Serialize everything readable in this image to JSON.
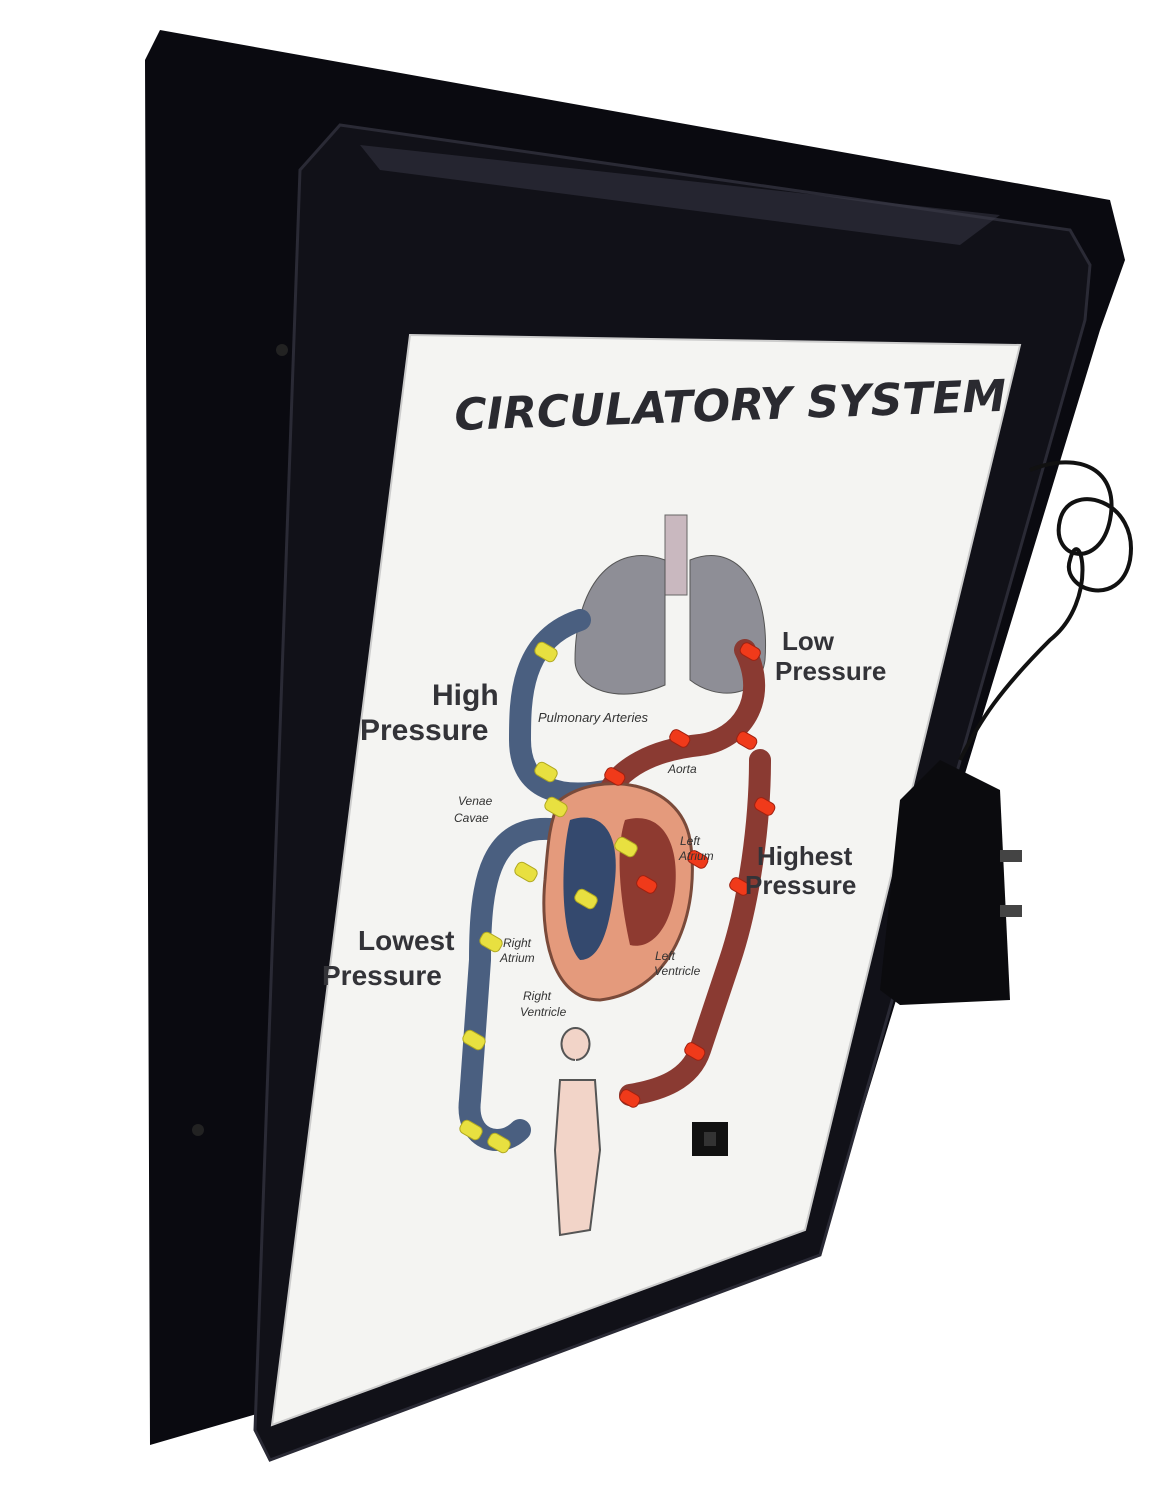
{
  "poster": {
    "title": "CIRCULATORY SYSTEM",
    "labels": {
      "high_pressure_1": "High",
      "high_pressure_2": "Pressure",
      "low_pressure_1": "Low",
      "low_pressure_2": "Pressure",
      "highest_pressure_1": "Highest",
      "highest_pressure_2": "Pressure",
      "lowest_pressure_1": "Lowest",
      "lowest_pressure_2": "Pressure",
      "pulmonary_arteries": "Pulmonary Arteries",
      "aorta": "Aorta",
      "venae_cavae_1": "Venae",
      "venae_cavae_2": "Cavae",
      "left_atrium_1": "Left",
      "left_atrium_2": "Atrium",
      "right_atrium_1": "Right",
      "right_atrium_2": "Atrium",
      "left_ventricle_1": "Left",
      "left_ventricle_2": "Ventricle",
      "right_ventricle_1": "Right",
      "right_ventricle_2": "Ventricle"
    }
  },
  "colors": {
    "frame": "#0c0c12",
    "poster": "#f4f4f2",
    "vein_blue": "#4a5f80",
    "artery_red": "#8a3a32",
    "led_yellow": "#e8e040",
    "led_red": "#f03a1a",
    "heart": "#e49a7c"
  }
}
